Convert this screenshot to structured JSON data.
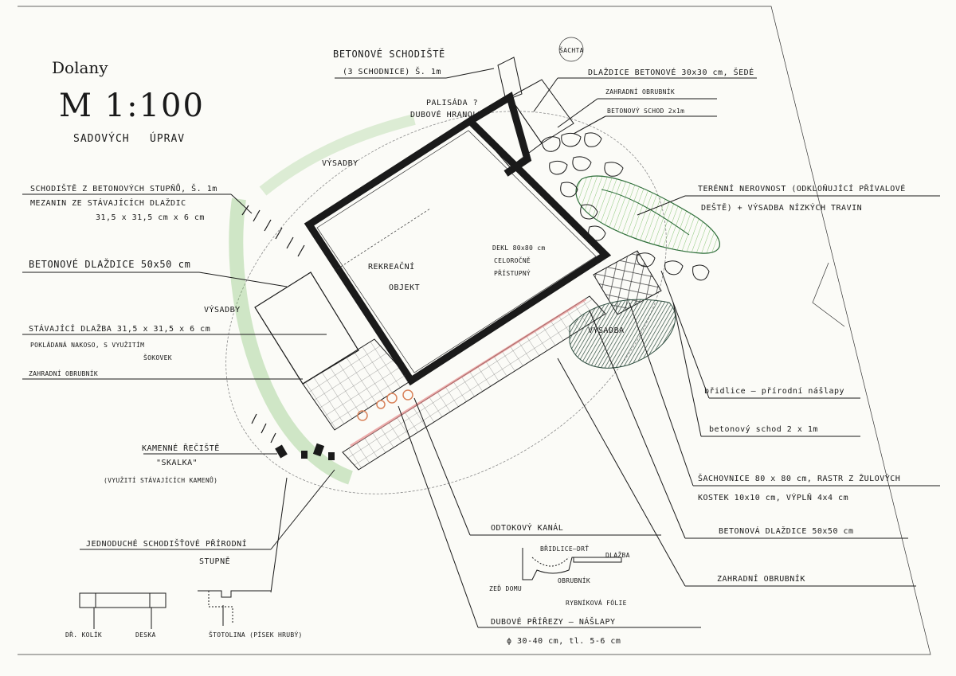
{
  "title": {
    "place": "Dolany",
    "scale": "M 1:100",
    "line1": "SADOVÝCH",
    "line2": "ÚPRAV"
  },
  "labels": {
    "beton_schodiste": "BETONOVÉ SCHODIŠTĚ",
    "beton_schodiste_detail": "(3 SCHODNICE) Š. 1m",
    "sachta": "ŠACHTA",
    "dlazdice_3030": "DLAŽDICE BETONOVÉ 30x30 cm, ŠEDÉ",
    "zahradni_obrubnik_top": "ZAHRADNÍ OBRUBNÍK",
    "beton_schod_top": "BETONOVÝ SCHOD 2x1m",
    "palisada": "PALISÁDA ?",
    "dubove_hranoly": "DUBOVÉ HRANOLY",
    "vysadby_top": "VÝSADBY",
    "schodiste_stupnu": "SCHODIŠTĚ Z BETONOVÝCH STUPŇŮ, Š. 1m",
    "mezanin": "MEZANIN ZE STÁVAJÍCÍCH DLAŽDIC",
    "mezanin_rozmer": "31,5 x 31,5 cm x 6 cm",
    "terenni_line1": "TERÉNNÍ NEROVNOST (ODKLOŇUJÍCÍ PŘÍVALOVÉ",
    "terenni_line2": "DEŠTĚ) + VÝSADBA NÍZKÝCH TRAVIN",
    "beton_dlazdice_5050": "BETONOVÉ DLAŽDICE 50x50 cm",
    "rekreacni": "REKREAČNÍ",
    "objekt": "OBJEKT",
    "dekl_line1": "DEKL 80x80 cm",
    "dekl_line2": "CELOROČNĚ",
    "dekl_line3": "PŘÍSTUPNÝ",
    "vysadby_left": "VÝSADBY",
    "vysadba_right": "VÝSADBA",
    "stavajici_line1": "STÁVAJÍCÍ DLAŽBA 31,5 x 31,5 x 6 cm",
    "stavajici_line2": "POKLÁDANÁ NAKOSO, S VYUŽITÍM",
    "stavajici_line3": "ŠOKOVEK",
    "zahradni_obrubnik_left": "ZAHRADNÍ OBRUBNÍK",
    "bridlice": "břidlice – přírodní nášlapy",
    "betonovy_schod_right": "betonový schod 2 x 1m",
    "kamenne_line1": "KAMENNÉ ŘEČIŠTĚ",
    "kamenne_line2": "\"SKALKA\"",
    "kamenne_line3": "(VYUŽITÍ STÁVAJÍCÍCH KAMENŮ)",
    "sachovnice_line1": "ŠACHOVNICE 80 x 80 cm, RASTR Z ŽULOVÝCH",
    "sachovnice_line2": "KOSTEK 10x10 cm, VÝPLŇ 4x4 cm",
    "beton_dlazdice_right": "BETONOVÁ DLAŽDICE 50x50 cm",
    "odtokovy": "ODTOKOVÝ KANÁL",
    "jednoduche_line1": "JEDNODUCHÉ SCHODIŠŤOVÉ PŘÍRODNÍ",
    "jednoduche_line2": "STUPNĚ",
    "bridlice_drt": "BŘIDLICE–DRŤ",
    "dlazba": "DLAŽBA",
    "obrubnik": "OBRUBNÍK",
    "zed_domu": "ZEĎ DOMU",
    "rybnikova_folie": "RYBNÍKOVÁ FÓLIE",
    "zahradni_obrubnik_right": "ZAHRADNÍ OBRUBNÍK",
    "dr_kolik": "DŘ. KOLÍK",
    "deska": "DESKA",
    "stotolina": "ŠTOTOLINA (PÍSEK HRUBÝ)",
    "dubove_line1": "DUBOVÉ PŘÍŘEZY – NÁŠLAPY",
    "dubove_line2": "ϕ 30-40 cm, tl. 5-6 cm"
  },
  "colors": {
    "ink": "#1a1a1a",
    "grass_green": "#5a9e4a",
    "dark_green": "#2e4d3f",
    "hatch_green": "#7fbf6a",
    "pink": "#e58a8a",
    "oak_orange": "#d9825a",
    "paper": "#fbfbf7"
  }
}
